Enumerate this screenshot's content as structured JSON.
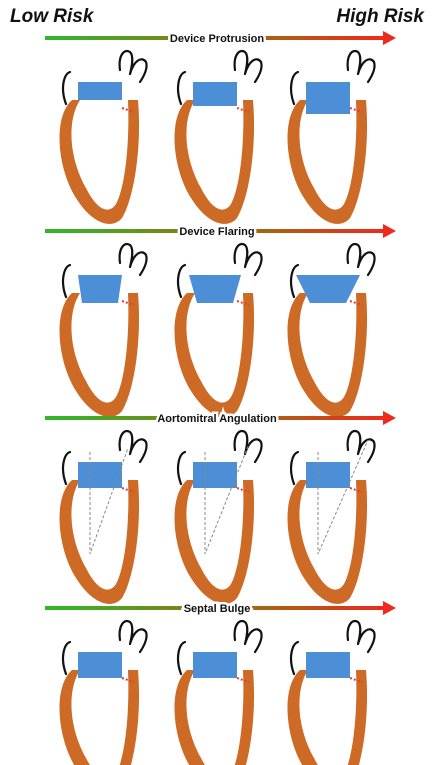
{
  "labels": {
    "low_risk": "Low Risk",
    "high_risk": "High Risk"
  },
  "rows": [
    {
      "title": "Device Protrusion",
      "variants": [
        "small",
        "medium",
        "large"
      ]
    },
    {
      "title": "Device Flaring",
      "variants": [
        "flare-1",
        "flare-2",
        "flare-3"
      ]
    },
    {
      "title": "Aortomitral Angulation",
      "variants": [
        "angle-1",
        "angle-2",
        "angle-3"
      ]
    },
    {
      "title": "Septal Bulge",
      "variants": [
        "bulge-1",
        "bulge-2",
        "bulge-3"
      ]
    }
  ],
  "colors": {
    "myocardium": "#cd6a26",
    "device": "#4d8fd6",
    "outline": "#111111",
    "gradient_start": "#2eb82e",
    "gradient_mid": "#8a7a10",
    "gradient_end": "#ee2a1b",
    "marker": "#e53935",
    "guide": "#888888"
  }
}
